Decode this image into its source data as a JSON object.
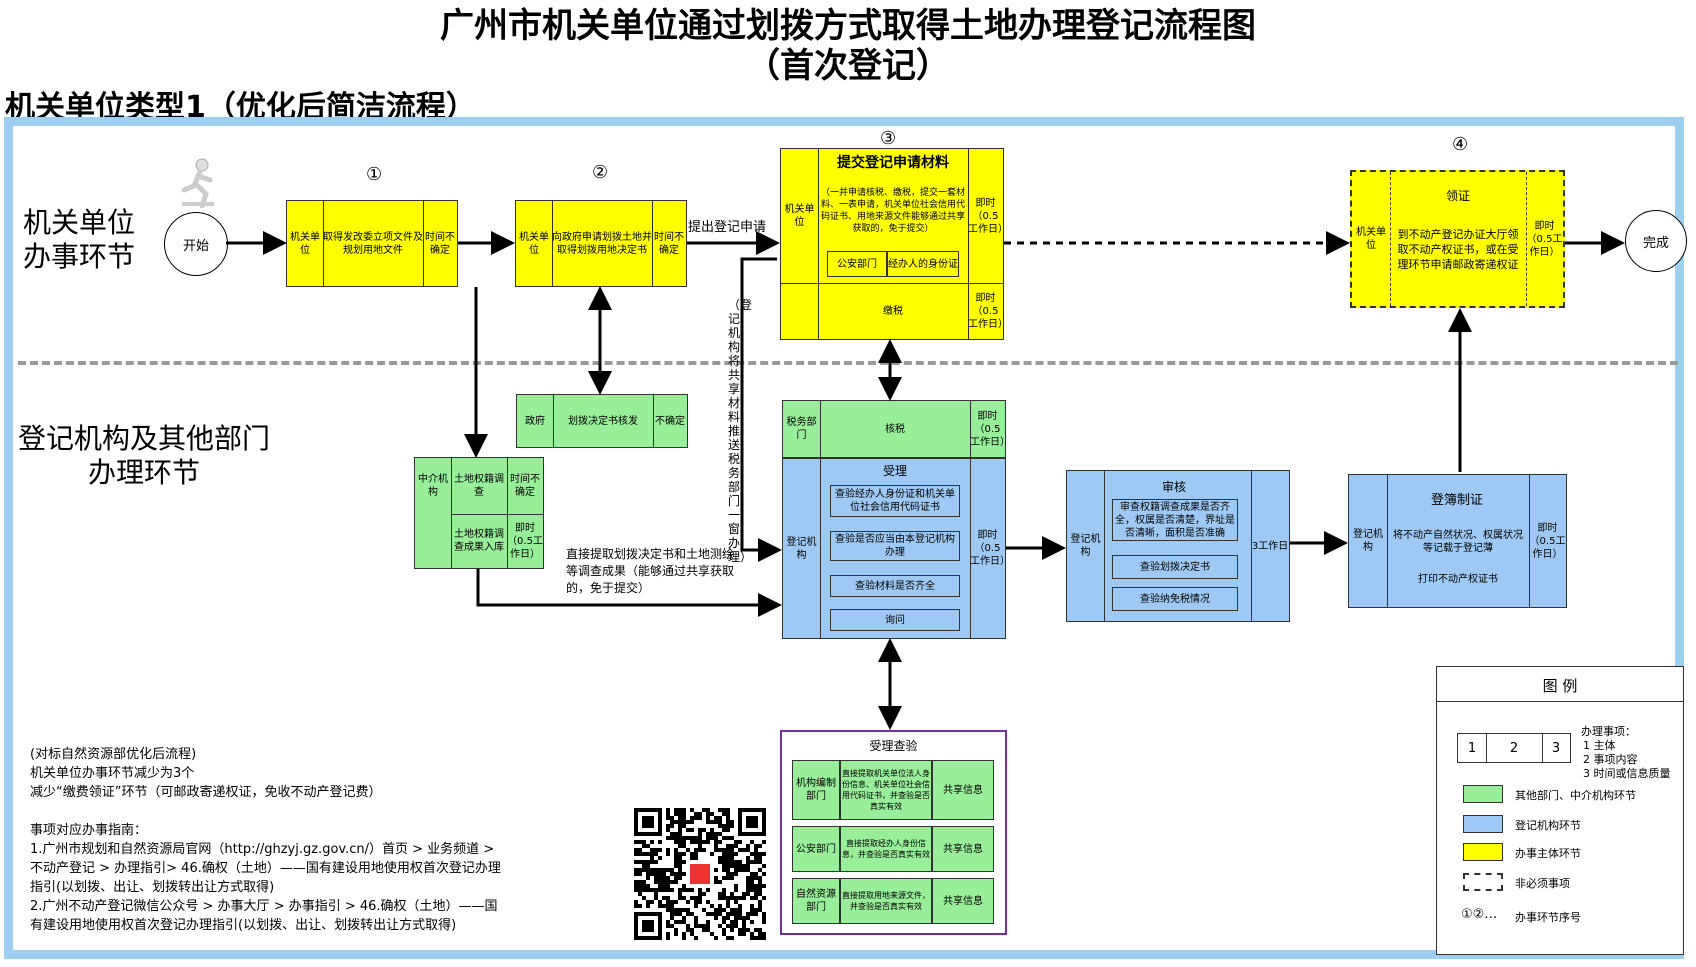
{
  "title": "广州市机关单位通过划拨方式取得土地办理登记流程图",
  "title2": "（首次登记）",
  "subtitle": "机关单位类型1（优化后简洁流程）",
  "lanes": {
    "top": "机关单位\n办事环节",
    "bottom": "登记机构及其他部门\n办理环节"
  },
  "start": "开始",
  "end": "完成",
  "steps": {
    "s1": "①",
    "s2": "②",
    "s3": "③",
    "s4": "④"
  },
  "box1": {
    "a": "机关单位",
    "b": "取得发改委立项文件及规划用地文件",
    "c": "时间不确定"
  },
  "box2": {
    "a": "机关单位",
    "b": "向政府申请划拨土地并取得划拨用地决定书",
    "c": "时间不确定"
  },
  "box3": {
    "side": "机关单位",
    "title": "提交登记申请材料",
    "desc": "（一并申请核税、缴税，提交一套材料、一表申请，机关单位社会信用代码证书、用地来源文件能够通过共享获取的，免于提交）",
    "police": "公安部门",
    "idcard": "经办人的身份证",
    "time1": "即时（0.5工作日）",
    "pay": "缴税",
    "time2": "即时（0.5工作日）"
  },
  "box4": {
    "a": "机关单位",
    "title": "领证",
    "b": "到不动产登记办证大厅领取不动产权证书，或在受理环节申请邮政寄递权证",
    "c": "即时（0.5工作日）"
  },
  "apply_label": "提出登记申请",
  "vertical_note": "（登记机构将共享材料推送税务部门一窗办理）",
  "gov": {
    "a": "政府",
    "b": "划拨决定书核发",
    "c": "不确定"
  },
  "agent": {
    "a": "中介机构",
    "b": "土地权籍调查",
    "c": "时间不确定",
    "d": "土地权籍调查成果入库",
    "e": "即时（0.5工作日）"
  },
  "direct_note": "直接提取划拨决定书和土地测绘等调查成果（能够通过共享获取的，免于提交）",
  "tax": {
    "a": "税务部门",
    "b": "核税",
    "c": "即时（0.5工作日）"
  },
  "accept": {
    "side": "登记机构",
    "title": "受理",
    "i1": "查验经办人身份证和机关单位社会信用代码证书",
    "i2": "查验是否应当由本登记机构办理",
    "i3": "查验材料是否齐全",
    "i4": "询问",
    "time": "即时（0.5工作日）"
  },
  "review": {
    "side": "登记机构",
    "title": "审核",
    "i1": "审查权籍调查成果是否齐全，权属是否清楚，界址是否清晰，面积是否准确",
    "i2": "查验划拨决定书",
    "i3": "查验纳免税情况",
    "time": "3工作日"
  },
  "register": {
    "side": "登记机构",
    "title": "登簿制证",
    "i1": "将不动产自然状况、权属状况等记载于登记薄",
    "i2": "打印不动产权证书",
    "time": "即时（0.5工作日）"
  },
  "verify": {
    "title": "受理查验",
    "rows": [
      {
        "a": "机构编制部门",
        "b": "直接提取机关单位法人身份信息、机关单位社会信用代码证书，并查验是否真实有效",
        "c": "共享信息"
      },
      {
        "a": "公安部门",
        "b": "直接提取经办人身份信息，并查验是否真实有效",
        "c": "共享信息"
      },
      {
        "a": "自然资源部门",
        "b": "直接提取用地来源文件，并查验是否真实有效",
        "c": "共享信息"
      }
    ]
  },
  "notes": [
    "(对标自然资源部优化后流程)",
    "机关单位办事环节减少为3个",
    "减少“缴费领证”环节（可邮政寄递权证，免收不动产登记费）",
    "",
    "事项对应办事指南：",
    "1.广州市规划和自然资源局官网（http://ghzyj.gz.gov.cn/）首页 > 业务频道 >",
    "不动产登记 > 办理指引> 46.确权（土地）——国有建设用地使用权首次登记办理",
    "指引(以划拨、出让、划拨转出让方式取得)",
    "2.广州不动产登记微信公众号 > 办事大厅 > 办事指引 > 46.确权（土地）——国",
    "有建设用地使用权首次登记办理指引(以划拨、出让、划拨转出让方式取得)"
  ],
  "legend": {
    "title": "图    例",
    "c1": "1",
    "c2": "2",
    "c3": "3",
    "item_title": "办理事项：",
    "item1": "1 主体",
    "item2": "2 事项内容",
    "item3": "3 时间或信息质量",
    "green": "其他部门、中介机构环节",
    "blue": "登记机构环节",
    "yellow": "办事主体环节",
    "optional": "非必须事项",
    "seq_sym": "①②…",
    "seq": "办事环节序号"
  },
  "colors": {
    "yellow": "#ffff00",
    "green": "#99ee99",
    "blue": "#9ec9f4",
    "frame": "#9ecff0",
    "verify_border": "#7030a0"
  }
}
